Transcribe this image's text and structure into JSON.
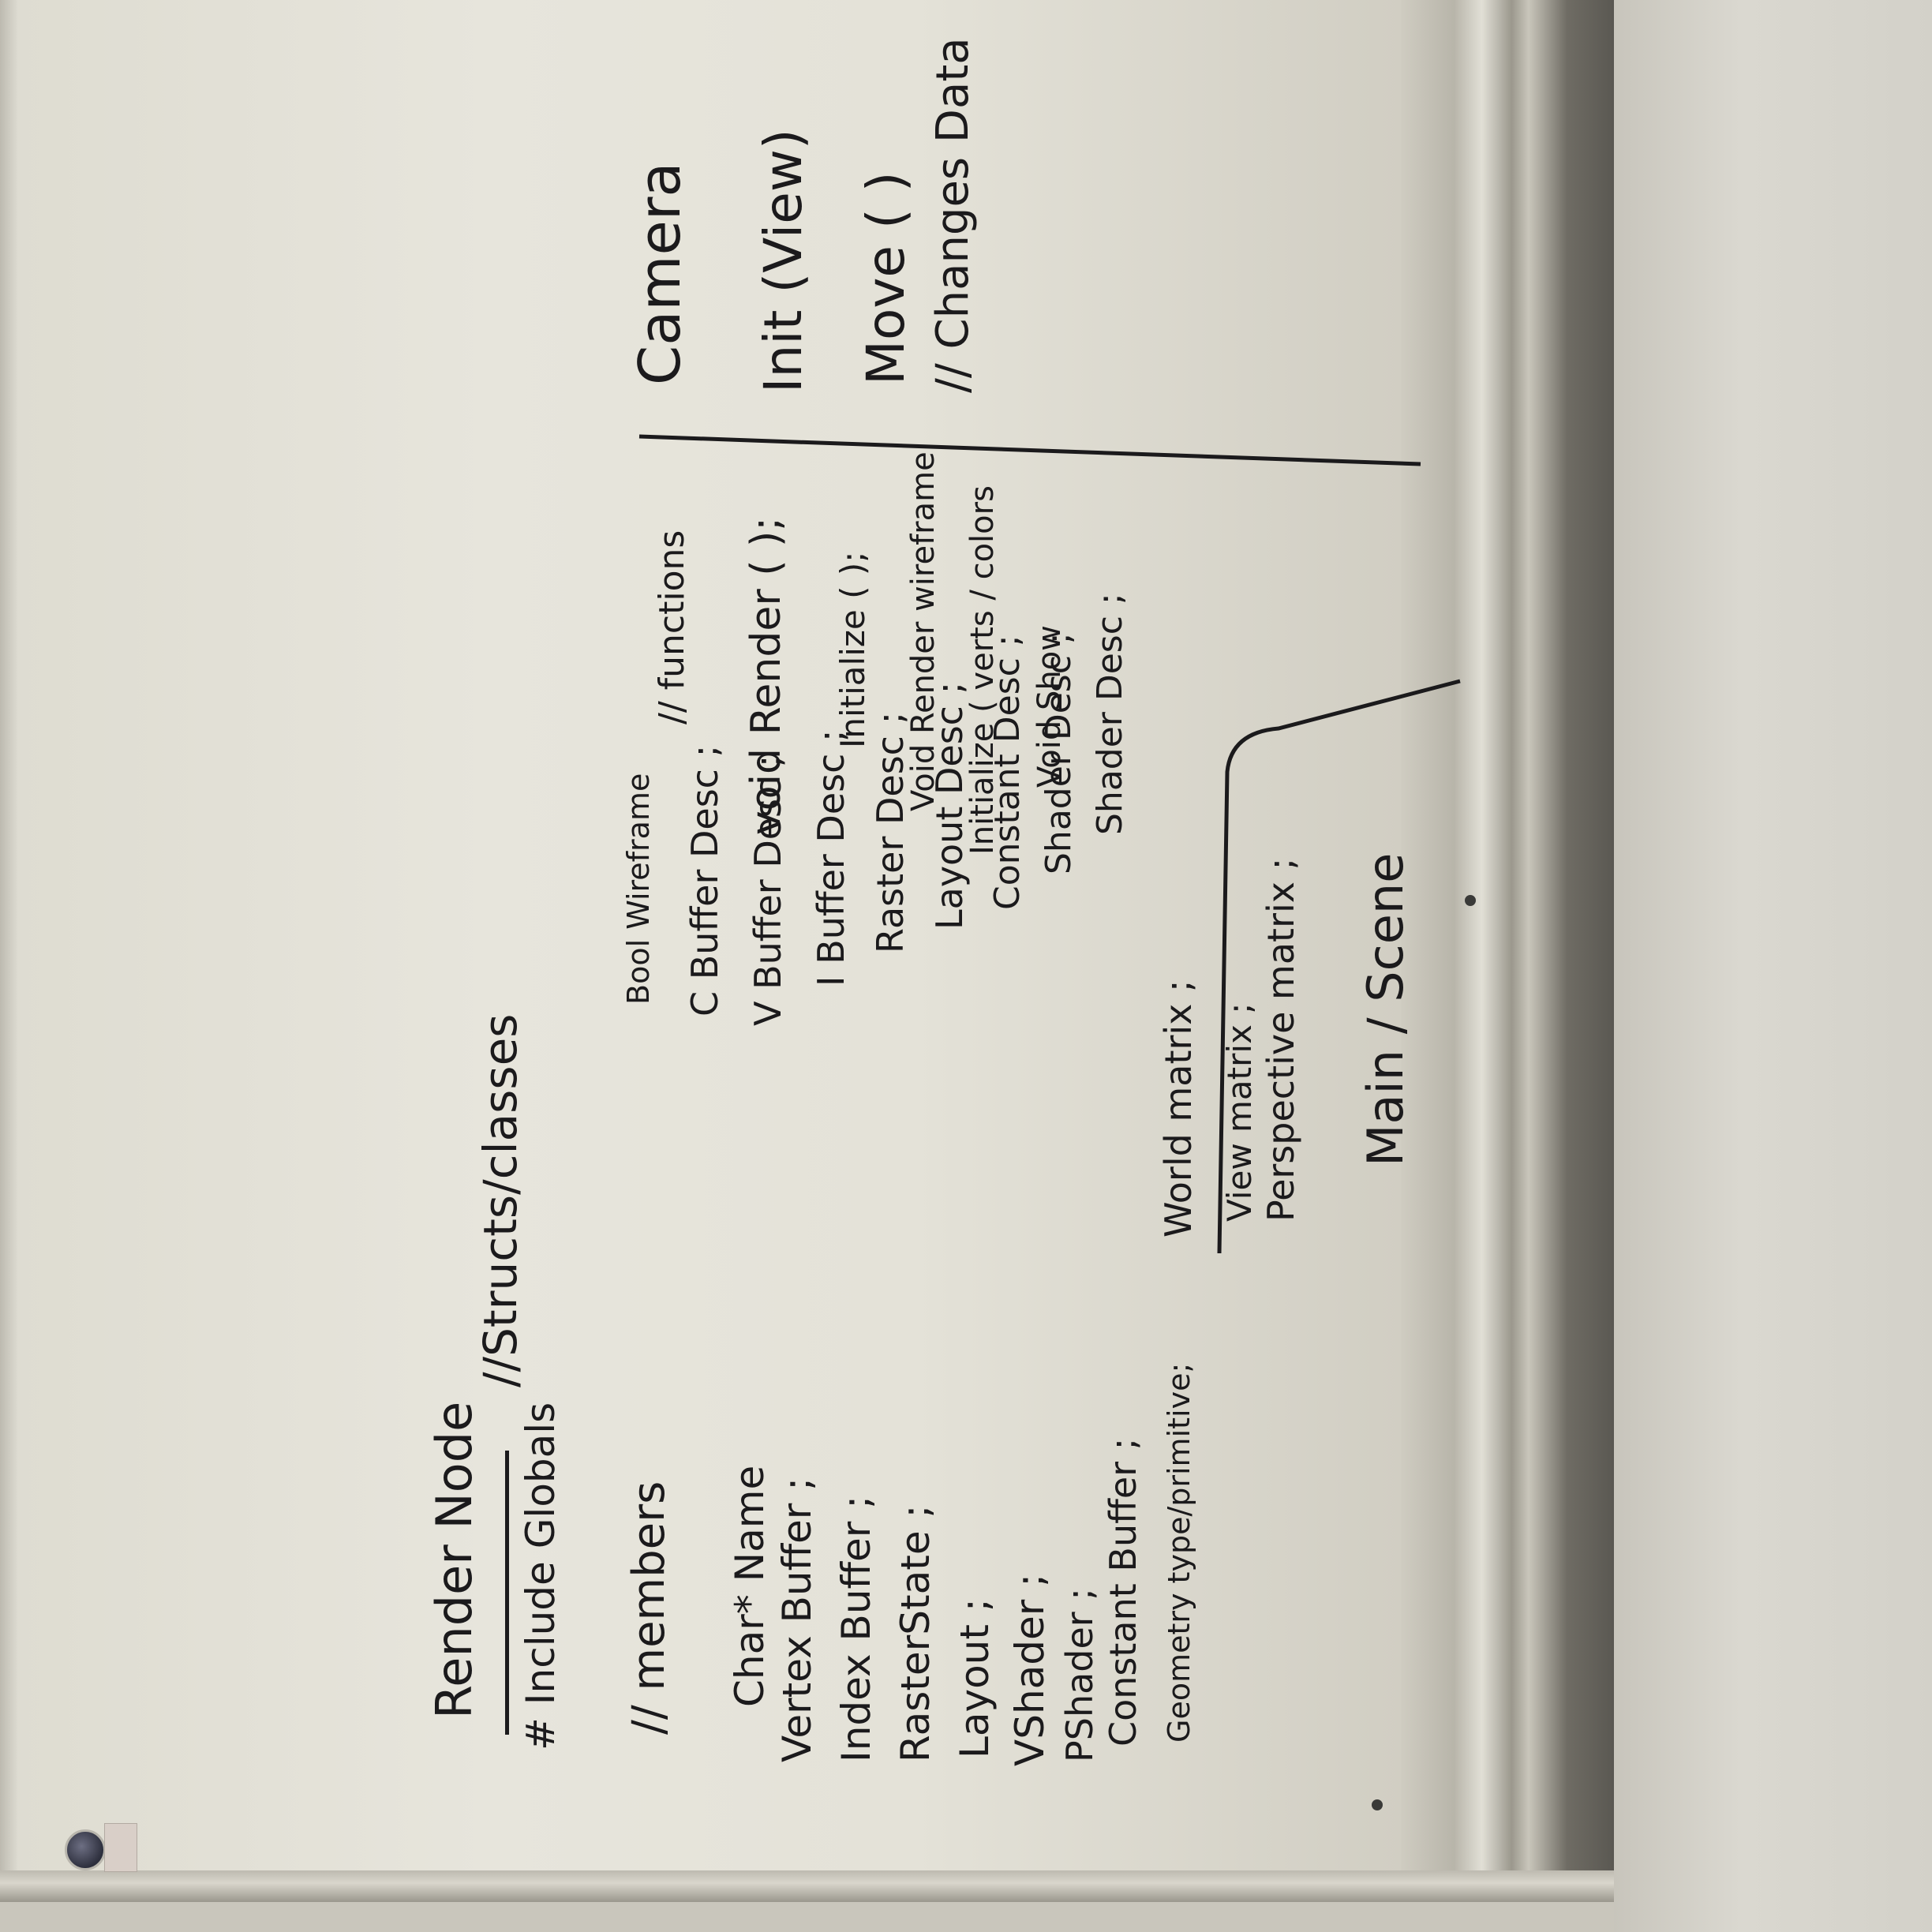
{
  "whiteboard": {
    "render_node": {
      "title": "Render Node",
      "include": "# Include Globals",
      "structs_comment": "//Structs/classes",
      "members_comment": "// members",
      "members": [
        "Char* Name",
        "Vertex Buffer ;",
        "Index Buffer ;",
        "RasterState ;",
        "Layout ;",
        "VShader ;",
        "PShader ;",
        "Constant Buffer ;",
        "Geometry type/primitive;"
      ],
      "descs": [
        "Bool Wireframe",
        "C Buffer Desc ;",
        "V Buffer Desc ;",
        "I Buffer Desc ;",
        "Raster Desc ;",
        "Layout Desc ;",
        "Constant Desc ;",
        "Shader Desc ;",
        "Shader Desc ;"
      ],
      "matrices": [
        "World matrix ;",
        "View matrix ;",
        "Perspective matrix ;"
      ],
      "functions_comment": "// functions",
      "functions": [
        "void Render ( );",
        "Initialize ( );",
        "Void Render wireframe",
        "Initialize ( verts / colors",
        "Void Show"
      ],
      "main_scene": "Main / Scene"
    },
    "camera": {
      "title": "Camera",
      "items": [
        "Init (View)",
        "Move ( )",
        "// Changes Data"
      ]
    }
  }
}
